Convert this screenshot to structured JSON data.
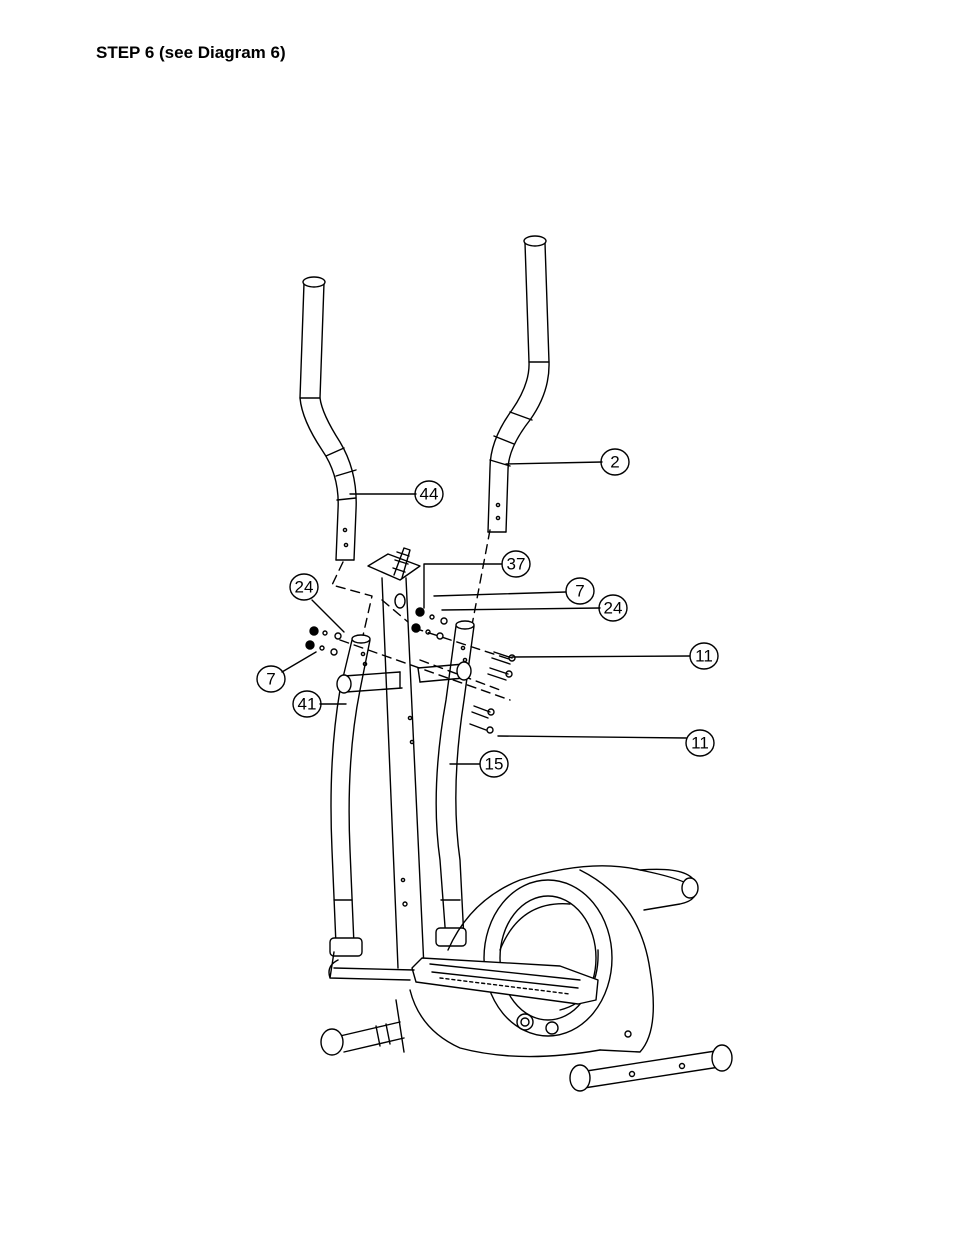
{
  "document": {
    "step_heading": "STEP 6 (see Diagram 6)"
  },
  "diagram": {
    "callouts": [
      {
        "id": "callout-2",
        "label": "2"
      },
      {
        "id": "callout-44",
        "label": "44"
      },
      {
        "id": "callout-37",
        "label": "37"
      },
      {
        "id": "callout-7-right",
        "label": "7"
      },
      {
        "id": "callout-24-right",
        "label": "24"
      },
      {
        "id": "callout-24-left",
        "label": "24"
      },
      {
        "id": "callout-11-upper",
        "label": "11"
      },
      {
        "id": "callout-7-left",
        "label": "7"
      },
      {
        "id": "callout-41",
        "label": "41"
      },
      {
        "id": "callout-11-lower",
        "label": "11"
      },
      {
        "id": "callout-15",
        "label": "15"
      }
    ]
  }
}
